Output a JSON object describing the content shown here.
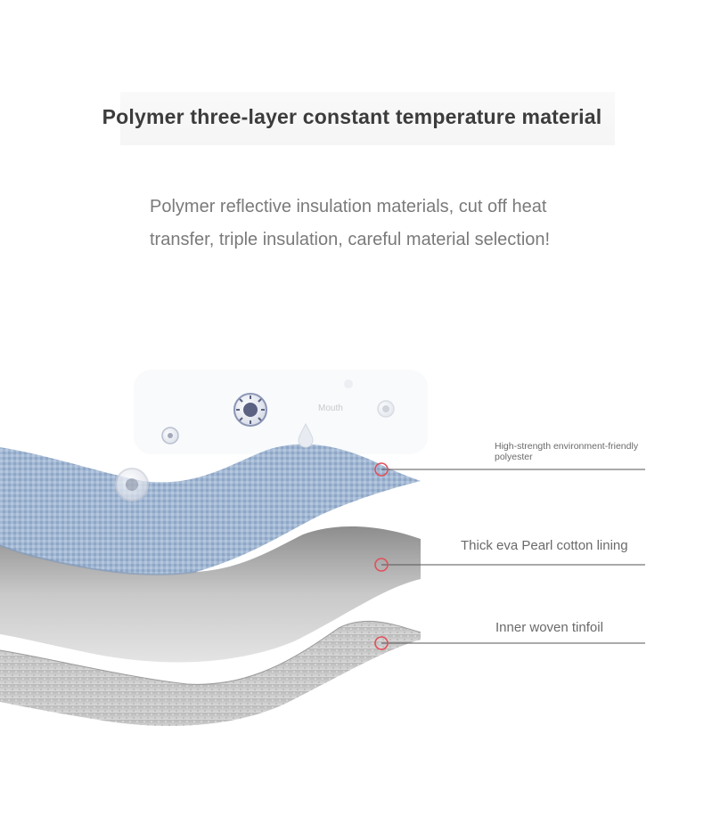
{
  "title": "Polymer three-layer constant temperature material",
  "subtitle_line1": "Polymer reflective insulation materials, cut off heat",
  "subtitle_line2": "transfer, triple insulation, careful material selection!",
  "bubble_label": "Mouth",
  "layers": [
    {
      "label_line1": "High-strength environment-friendly",
      "label_line2": "polyester",
      "color": "#9fb6d3"
    },
    {
      "label": "Thick eva Pearl cotton lining",
      "color": "#b5b5b5"
    },
    {
      "label": "Inner woven tinfoil",
      "color": "#c7c7c7"
    }
  ],
  "marker_color": "#e0505a",
  "icons": [
    "virus-icon",
    "virus-icon",
    "virus-icon",
    "water-drop-icon",
    "bacteria-icon"
  ]
}
